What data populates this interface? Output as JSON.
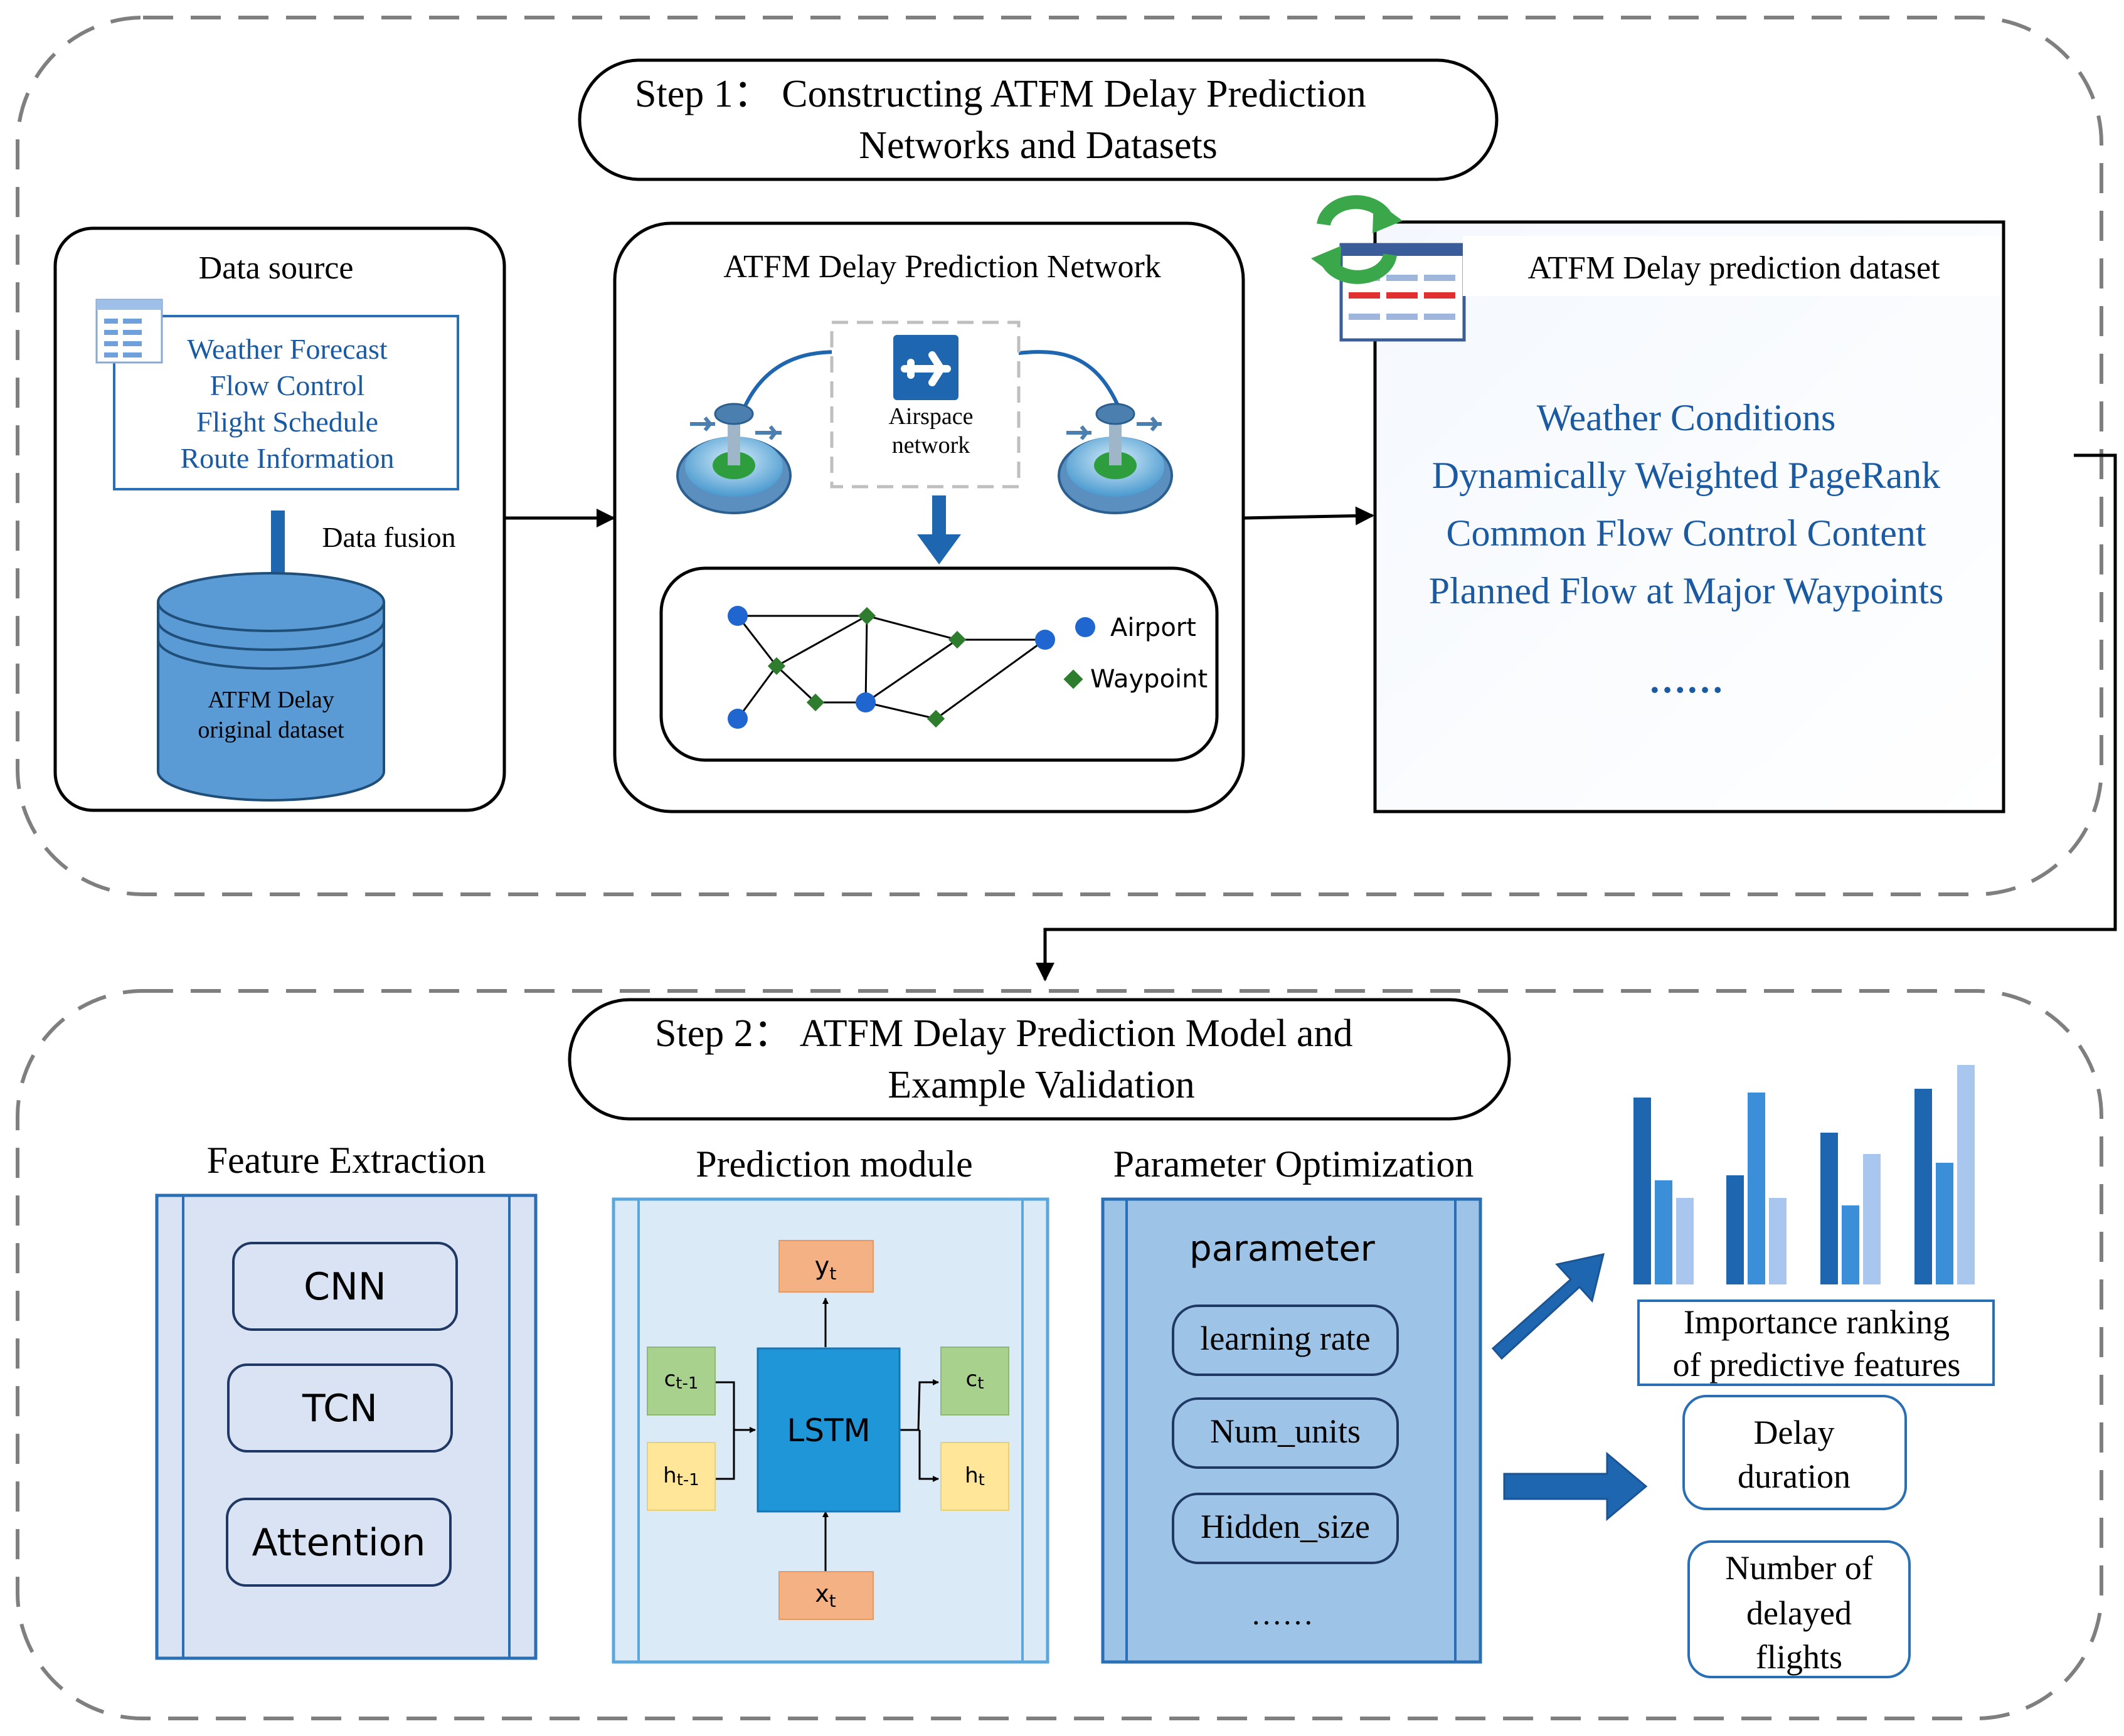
{
  "step1": {
    "title_line1": "Step 1： Constructing ATFM Delay Prediction",
    "title_line2": "Networks and Datasets"
  },
  "data_source": {
    "title": "Data source",
    "items": [
      "Weather Forecast",
      "Flow Control",
      "Flight Schedule",
      "Route Information"
    ],
    "fusion_label": "Data fusion",
    "db_line1": "ATFM Delay",
    "db_line2": "original dataset"
  },
  "network": {
    "title": "ATFM Delay Prediction Network",
    "airspace_line1": "Airspace",
    "airspace_line2": "network",
    "legend_airport": "Airport",
    "legend_waypoint": "Waypoint"
  },
  "dataset": {
    "title": "ATFM Delay prediction dataset",
    "items": [
      "Weather Conditions",
      "Dynamically Weighted PageRank",
      "Common Flow Control Content",
      "Planned Flow at Major Waypoints"
    ],
    "ellipsis": "……"
  },
  "step2": {
    "title_line1": "Step 2： ATFM Delay Prediction Model and",
    "title_line2": "Example Validation"
  },
  "feature_extraction": {
    "title": "Feature Extraction",
    "items": [
      "CNN",
      "TCN",
      "Attention"
    ]
  },
  "prediction": {
    "title": "Prediction module",
    "lstm": "LSTM",
    "y": "y",
    "y_sub": "t",
    "c_prev": "c",
    "c_prev_sub": "t-1",
    "h_prev": "h",
    "h_prev_sub": "t-1",
    "c_out": "c",
    "c_out_sub": "t",
    "h_out": "h",
    "h_out_sub": "t",
    "x": "x",
    "x_sub": "t"
  },
  "parameter_opt": {
    "title": "Parameter Optimization",
    "header": "parameter",
    "items": [
      "learning rate",
      "Num_units",
      "Hidden_size"
    ],
    "ellipsis": "……"
  },
  "outputs": {
    "ranking_line1": "Importance ranking",
    "ranking_line2": "of predictive features",
    "delay_line1": "Delay",
    "delay_line2": "duration",
    "flights_line1": "Number of",
    "flights_line2": "delayed",
    "flights_line3": "flights"
  },
  "colors": {
    "dark_blue": "#1f66b1",
    "mid_blue": "#3a8fd8",
    "light_blue": "#a9c6ee",
    "text_blue": "#1a5aa3",
    "waypoint_green": "#2e7d2e",
    "gate_green": "#9fd28a",
    "gate_yellow": "#ffe699",
    "gate_orange": "#f4b183",
    "lstm_blue": "#1e96d8"
  }
}
